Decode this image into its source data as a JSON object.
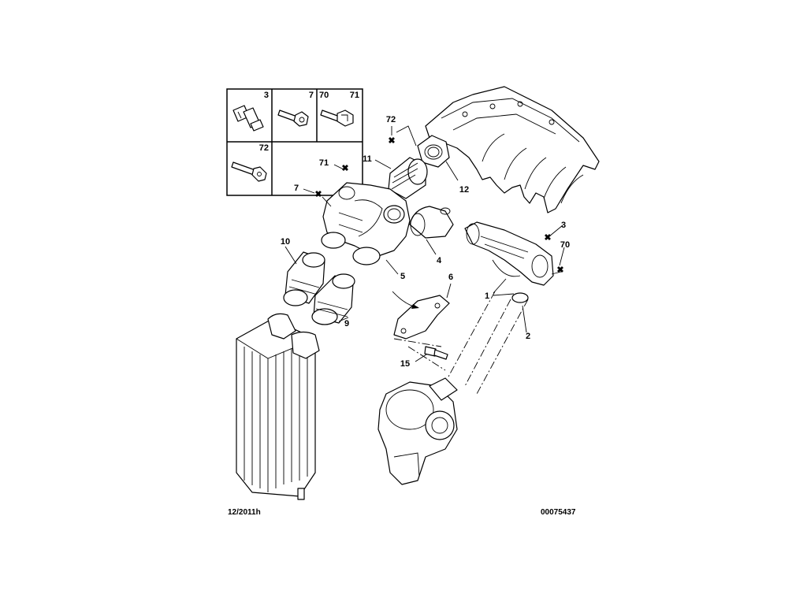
{
  "legend": {
    "cells": [
      {
        "label": "3"
      },
      {
        "label": "7"
      },
      {
        "label": "70"
      },
      {
        "label": "71"
      },
      {
        "label": "72"
      }
    ]
  },
  "callouts": [
    {
      "label": "72"
    },
    {
      "label": "11"
    },
    {
      "label": "71"
    },
    {
      "label": "12"
    },
    {
      "label": "7"
    },
    {
      "label": "3"
    },
    {
      "label": "70"
    },
    {
      "label": "10"
    },
    {
      "label": "4"
    },
    {
      "label": "5"
    },
    {
      "label": "6"
    },
    {
      "label": "1"
    },
    {
      "label": "2"
    },
    {
      "label": "9"
    },
    {
      "label": "15"
    }
  ],
  "footer": {
    "date": "12/2011h",
    "reference": "00075437"
  }
}
